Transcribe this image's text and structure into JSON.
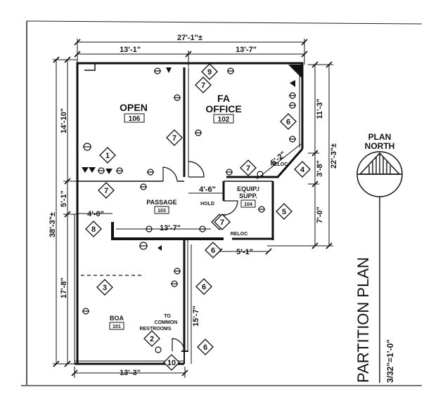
{
  "overall": {
    "width_dim": "27'-1\"±",
    "height_dim": "38'-3\"±",
    "right_height_dim": "22'-3\"±"
  },
  "dims": {
    "top_left": "13'-1\"",
    "top_right": "13'-7\"",
    "left_upper": "14'-10\"",
    "left_mid": "5'-1\"",
    "left_lower": "17'-8\"",
    "right_upper": "11'-3\"",
    "right_mid": "3'-8\"",
    "right_lower": "7'-0\"",
    "diag": "5'-2\"",
    "hold": "4'-6\"",
    "hold_label": "HOLD",
    "small_4": "4'-0\"",
    "corridor": "13'-7\"",
    "equip_width": "5'-1\"",
    "boa_right": "15'-7\"",
    "bottom": "13'-3\""
  },
  "rooms": {
    "open": {
      "name": "OPEN",
      "number": "106"
    },
    "fa": {
      "name_line1": "FA",
      "name_line2": "OFFICE",
      "number": "102"
    },
    "passage": {
      "name": "PASSAGE",
      "number": "103"
    },
    "equip": {
      "name_line1": "EQUIP./",
      "name_line2": "SUPP.",
      "number": "104"
    },
    "boa": {
      "name": "BOA",
      "number": "101"
    }
  },
  "notes": {
    "common_line1": "TO",
    "common_line2": "COMMON",
    "common_line3": "RESTROOMS",
    "reloc1": "RELOC.",
    "reloc2": "RELOC"
  },
  "tags": [
    "1",
    "2",
    "3",
    "4",
    "4",
    "5",
    "6",
    "6",
    "6",
    "6",
    "7",
    "7",
    "7",
    "7",
    "7",
    "8",
    "9",
    "10"
  ],
  "north": {
    "line1": "PLAN",
    "line2": "NORTH"
  },
  "plan_title": "PARTITION PLAN",
  "scale": "3/32\"=1'-0\""
}
